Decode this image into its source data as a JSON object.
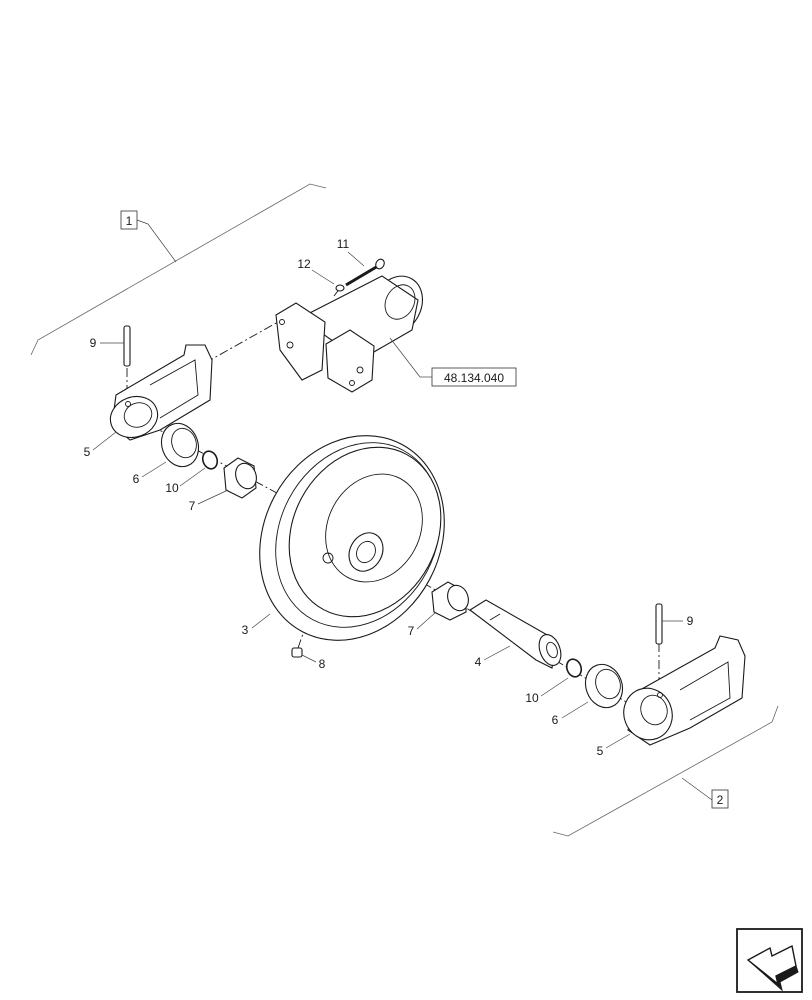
{
  "callouts": {
    "assembly_1": "1",
    "assembly_2": "2",
    "reference": "48.134.040",
    "idler_wheel": "3",
    "shaft": "4",
    "bracket_left": "5",
    "bracket_right": "5",
    "seal_left": "6",
    "seal_right": "6",
    "bushing_left": "7",
    "bushing_right": "7",
    "plug": "8",
    "pin_left": "9",
    "pin_right": "9",
    "oring_left": "10",
    "oring_right": "10",
    "bolt": "11",
    "washer": "12"
  },
  "nav": {
    "icon": "arrow-icon"
  }
}
